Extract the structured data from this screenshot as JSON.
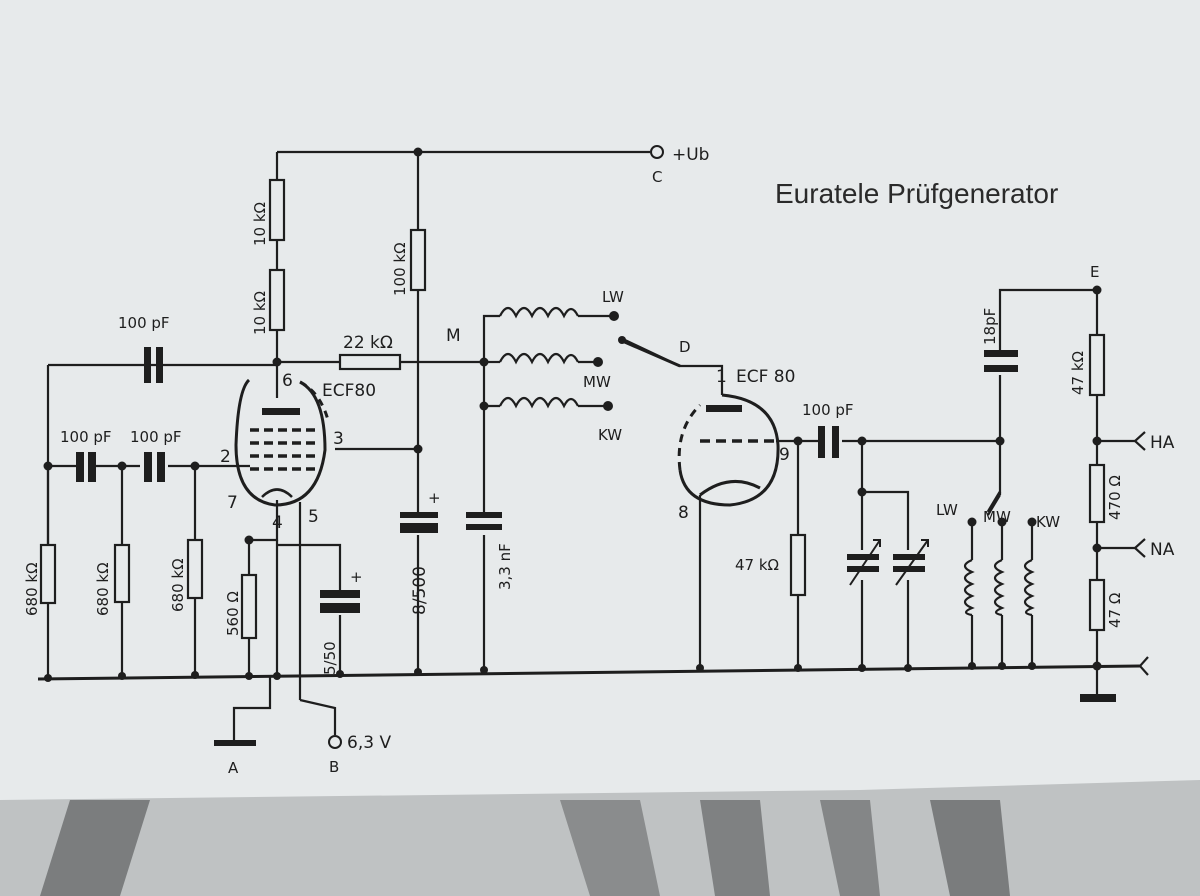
{
  "title": "Euratele Prüfgenerator",
  "terminals": {
    "ub": "+Ub",
    "c": "C",
    "d": "D",
    "e": "E",
    "m": "M",
    "a": "A",
    "b": "B",
    "v63": "6,3 V",
    "ha": "HA",
    "na": "NA"
  },
  "tubes": {
    "left": "ECF80",
    "right": "ECF 80"
  },
  "pins": [
    "6",
    "3",
    "2",
    "7",
    "4",
    "5",
    "1",
    "9",
    "8"
  ],
  "components": {
    "r_10k_a": "10 kΩ",
    "r_10k_b": "10 kΩ",
    "r_100k": "100 kΩ",
    "r_22k": "22 kΩ",
    "r_680k_1": "680 kΩ",
    "r_680k_2": "680 kΩ",
    "r_680k_3": "680 kΩ",
    "r_560": "560 Ω",
    "c_5_50": "5/50",
    "c_8_500": "8/500",
    "c_3_3n": "3,3 nF",
    "c_100p_top": "100 pF",
    "c_100p_a": "100 pF",
    "c_100p_b": "100 pF",
    "c_100p_right": "100 pF",
    "c_18p": "18pF",
    "r_47k_vert": "47 kΩ",
    "r_47k_right": "47 kΩ",
    "r_470": "470 Ω",
    "r_47": "47 Ω"
  },
  "switch_labels": {
    "lw": "LW",
    "mw": "MW",
    "kw": "KW",
    "lw2": "LW",
    "mw2": "MW",
    "kw2": "KW"
  },
  "colors": {
    "paper": "#e7eaeb",
    "ink": "#1e1e1e",
    "background": "#c9cccd"
  }
}
